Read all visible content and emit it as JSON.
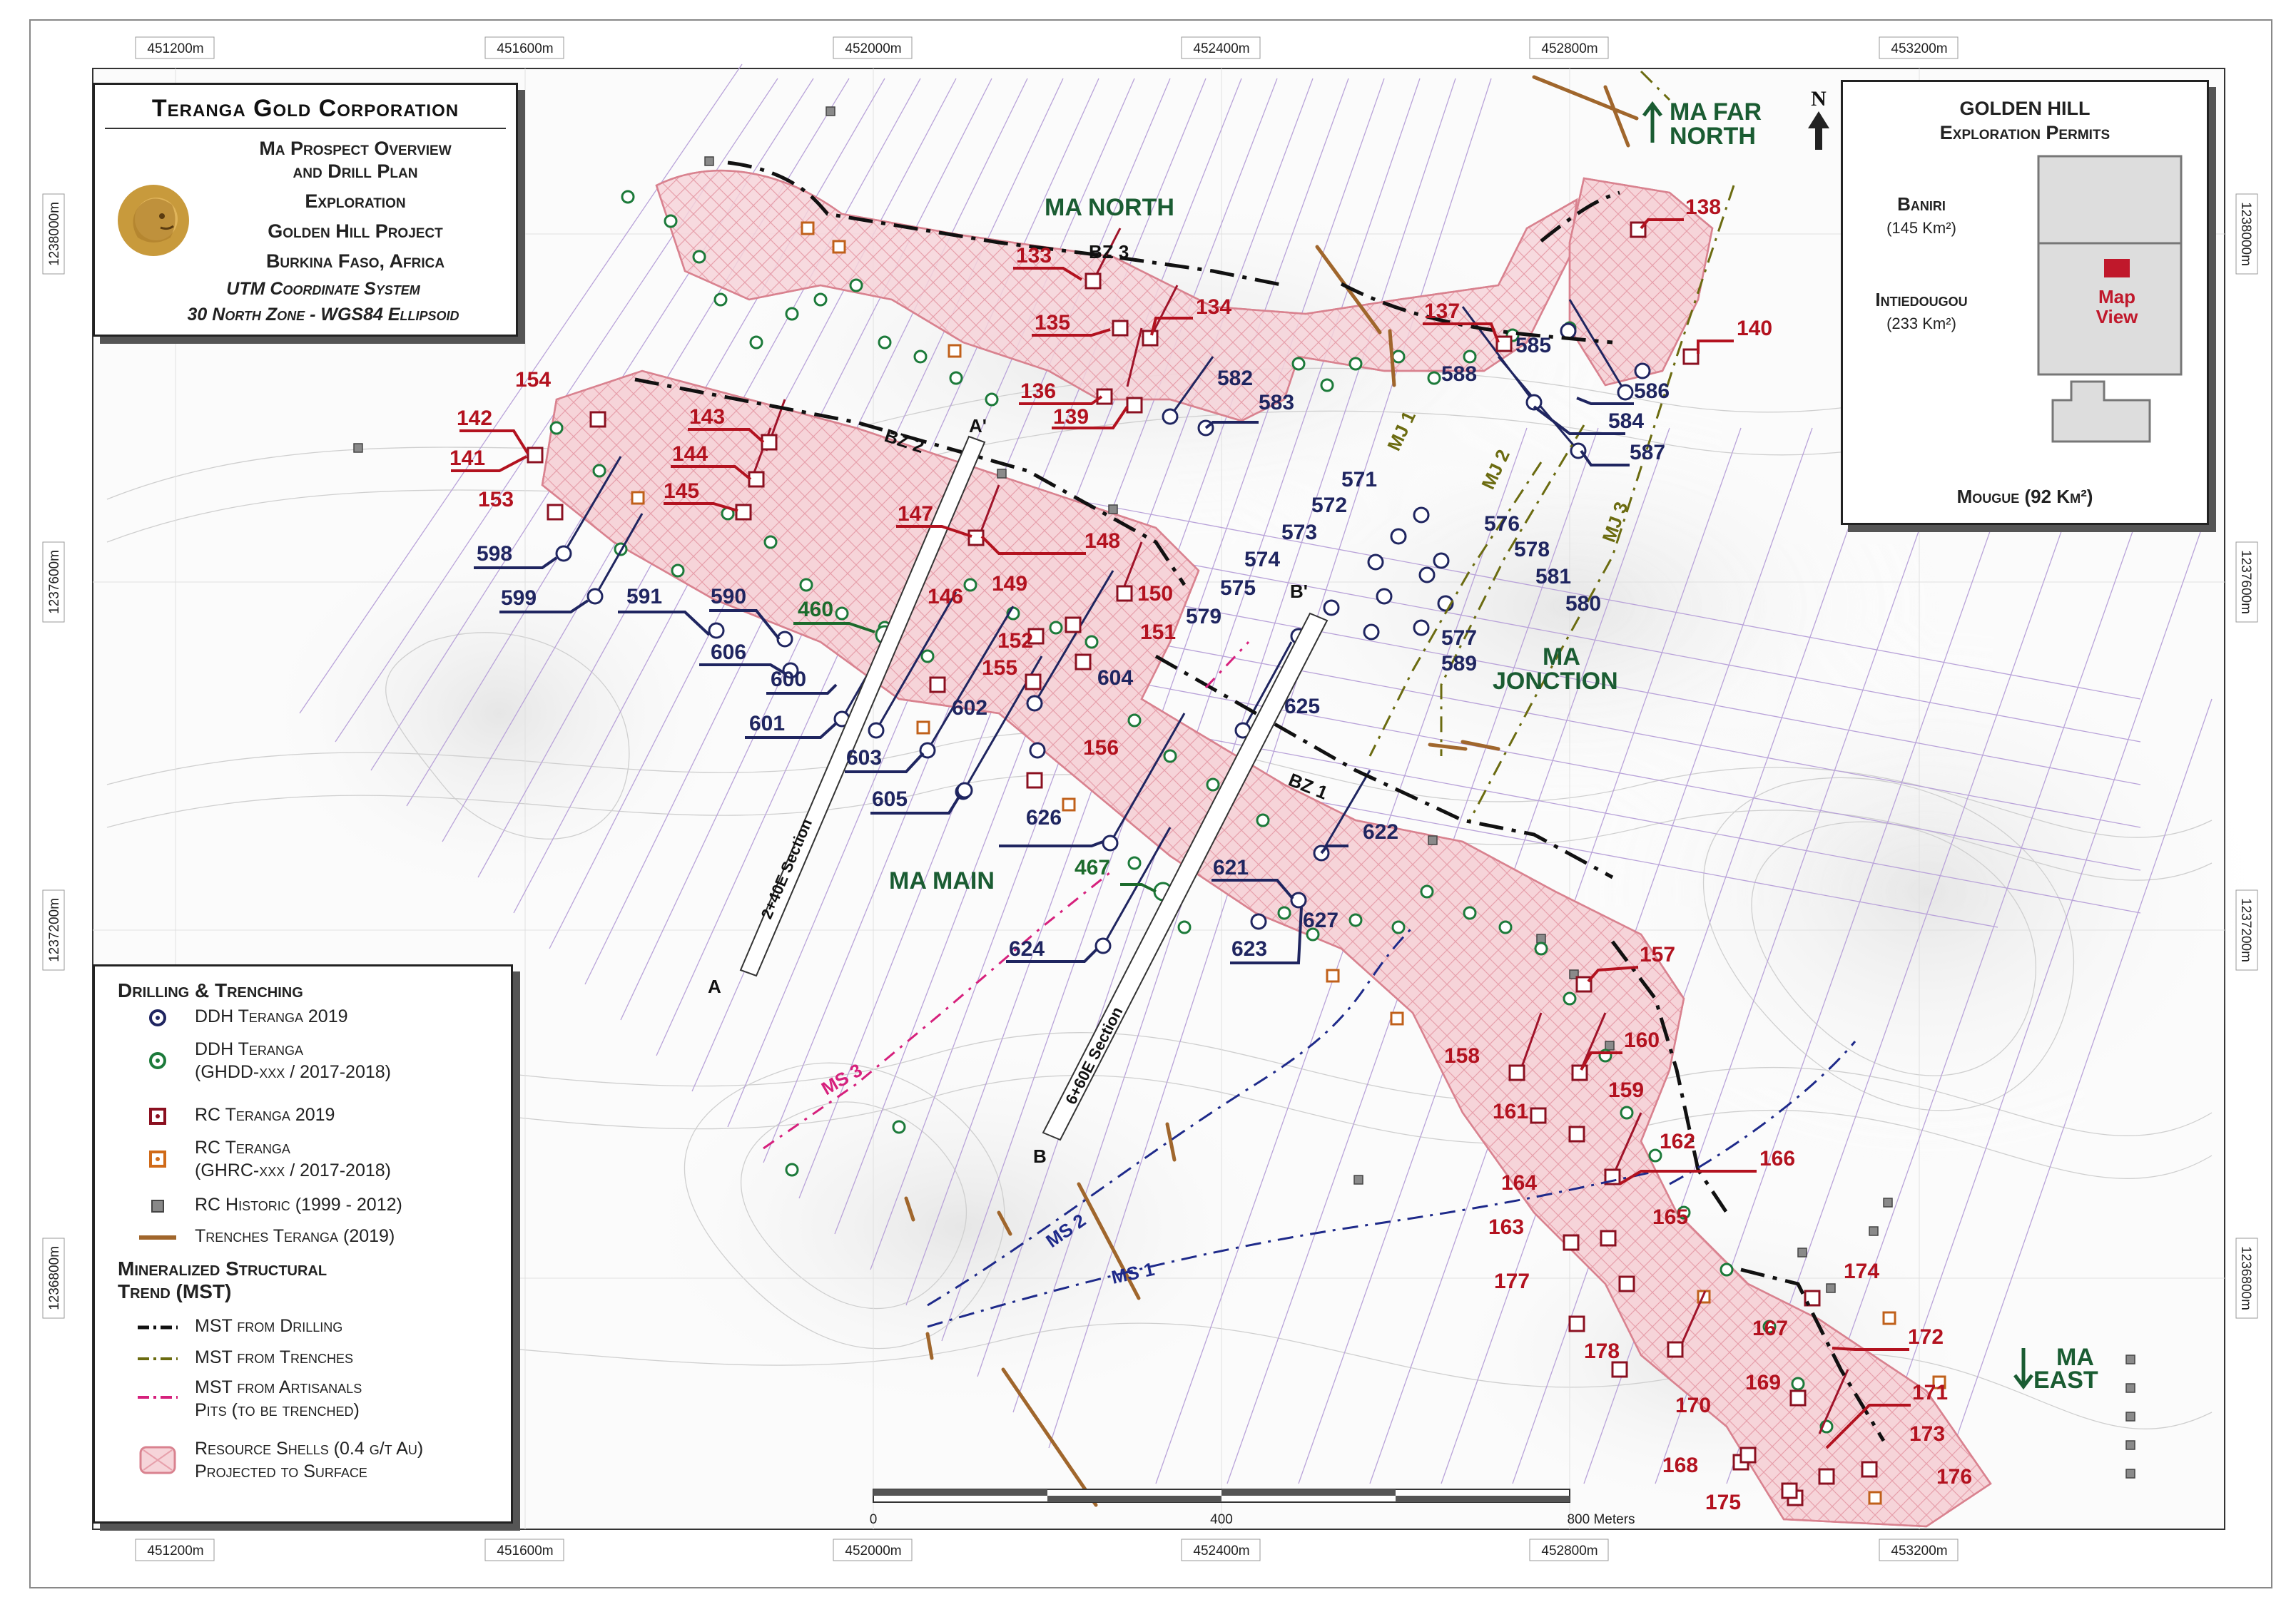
{
  "title_block": {
    "company": "Teranga Gold Corporation",
    "map_title_1": "Ma Prospect Overview",
    "map_title_2": "and Drill Plan",
    "line_exploration": "Exploration",
    "line_project": "Golden Hill Project",
    "line_country": "Burkina Faso, Africa",
    "line_system": "UTM Coordinate System",
    "line_zone": "30 North Zone - WGS84 Ellipsoid"
  },
  "permits": {
    "title_1": "GOLDEN HILL",
    "title_2": "Exploration Permits",
    "baniri": "Baniri",
    "baniri_area": "(145 Km²)",
    "intiedougou": "Intiedougou",
    "intiedougou_area": "(233 Km²)",
    "map_view_1": "Map",
    "map_view_2": "View",
    "mougue": "Mougue (92 Km²)",
    "map_view_color": "#c0182b"
  },
  "north_arrow": {
    "label": "N"
  },
  "easting_labels": [
    "451200m",
    "451600m",
    "452000m",
    "452400m",
    "452800m",
    "453200m"
  ],
  "northing_labels": [
    "1238000m",
    "1237600m",
    "1237200m",
    "1236800m"
  ],
  "scale_bar": {
    "tick_0": "0",
    "tick_400": "400",
    "tick_800": "800 Meters"
  },
  "zones": {
    "ma_north": "MA NORTH",
    "ma_far_north_1": "MA FAR",
    "ma_far_north_2": "NORTH",
    "ma_jonction_1": "MA",
    "ma_jonction_2": "JONCTION",
    "ma_main": "MA MAIN",
    "ma_east_1": "MA",
    "ma_east_2": "EAST"
  },
  "trends": {
    "bz1": "BZ 1",
    "bz2": "BZ 2",
    "bz3": "BZ 3",
    "mj1": "MJ 1",
    "mj2": "MJ 2",
    "mj3": "MJ 3",
    "ms1": "MS 1",
    "ms2": "MS 2",
    "ms3": "MS 3"
  },
  "sections": {
    "a": "A",
    "a_prime": "A'",
    "b": "B",
    "b_prime": "B'",
    "a_label": "2+40E Section",
    "b_label": "6+60E Section"
  },
  "labels_rc_2019": [
    "133",
    "134",
    "135",
    "136",
    "137",
    "138",
    "139",
    "140",
    "141",
    "142",
    "143",
    "144",
    "145",
    "146",
    "147",
    "148",
    "149",
    "150",
    "151",
    "152",
    "153",
    "154",
    "155",
    "156",
    "157",
    "158",
    "159",
    "160",
    "161",
    "162",
    "163",
    "164",
    "165",
    "166",
    "167",
    "168",
    "169",
    "170",
    "171",
    "172",
    "173",
    "174",
    "175",
    "176",
    "177",
    "178"
  ],
  "labels_ddh_2019": [
    "573",
    "574",
    "575",
    "576",
    "577",
    "578",
    "579",
    "580",
    "581",
    "582",
    "583",
    "584",
    "585",
    "586",
    "587",
    "588",
    "589",
    "590",
    "591",
    "598",
    "599",
    "600",
    "601",
    "602",
    "603",
    "604",
    "605",
    "606",
    "621",
    "622",
    "623",
    "624",
    "625",
    "626",
    "627",
    "571",
    "572"
  ],
  "labels_green": [
    "460",
    "467"
  ],
  "legend": {
    "heading_drilling": "Drilling & Trenching",
    "ddh_2019": "DDH Teranga 2019",
    "ddh_old_1": "DDH Teranga",
    "ddh_old_2": "(GHDD-xxx / 2017-2018)",
    "rc_2019": "RC Teranga 2019",
    "rc_old_1": "RC Teranga",
    "rc_old_2": "(GHRC-xxx / 2017-2018)",
    "rc_historic": "RC Historic (1999 - 2012)",
    "trenches": "Trenches Teranga (2019)",
    "heading_mst_1": "Mineralized Structural",
    "heading_mst_2": "Trend (MST)",
    "mst_drilling": "MST from Drilling",
    "mst_trenches": "MST from Trenches",
    "mst_artisanal_1": "MST from Artisanals",
    "mst_artisanal_2": "Pits (to be trenched)",
    "shells_1": "Resource Shells (0.4 g/t Au)",
    "shells_2": "Projected to Surface"
  },
  "colors": {
    "ddh_2019": "#1f2560",
    "ddh_old": "#1c7a3a",
    "rc_2019": "#8b1020",
    "rc_old": "#d06a18",
    "historic": "#888888",
    "shell_fill": "#f4c9cf",
    "shell_stroke": "#d9828f",
    "mst_trench": "#6b6b10",
    "mst_artisanal": "#d6207c",
    "ms_trend": "#1e2a8a"
  }
}
